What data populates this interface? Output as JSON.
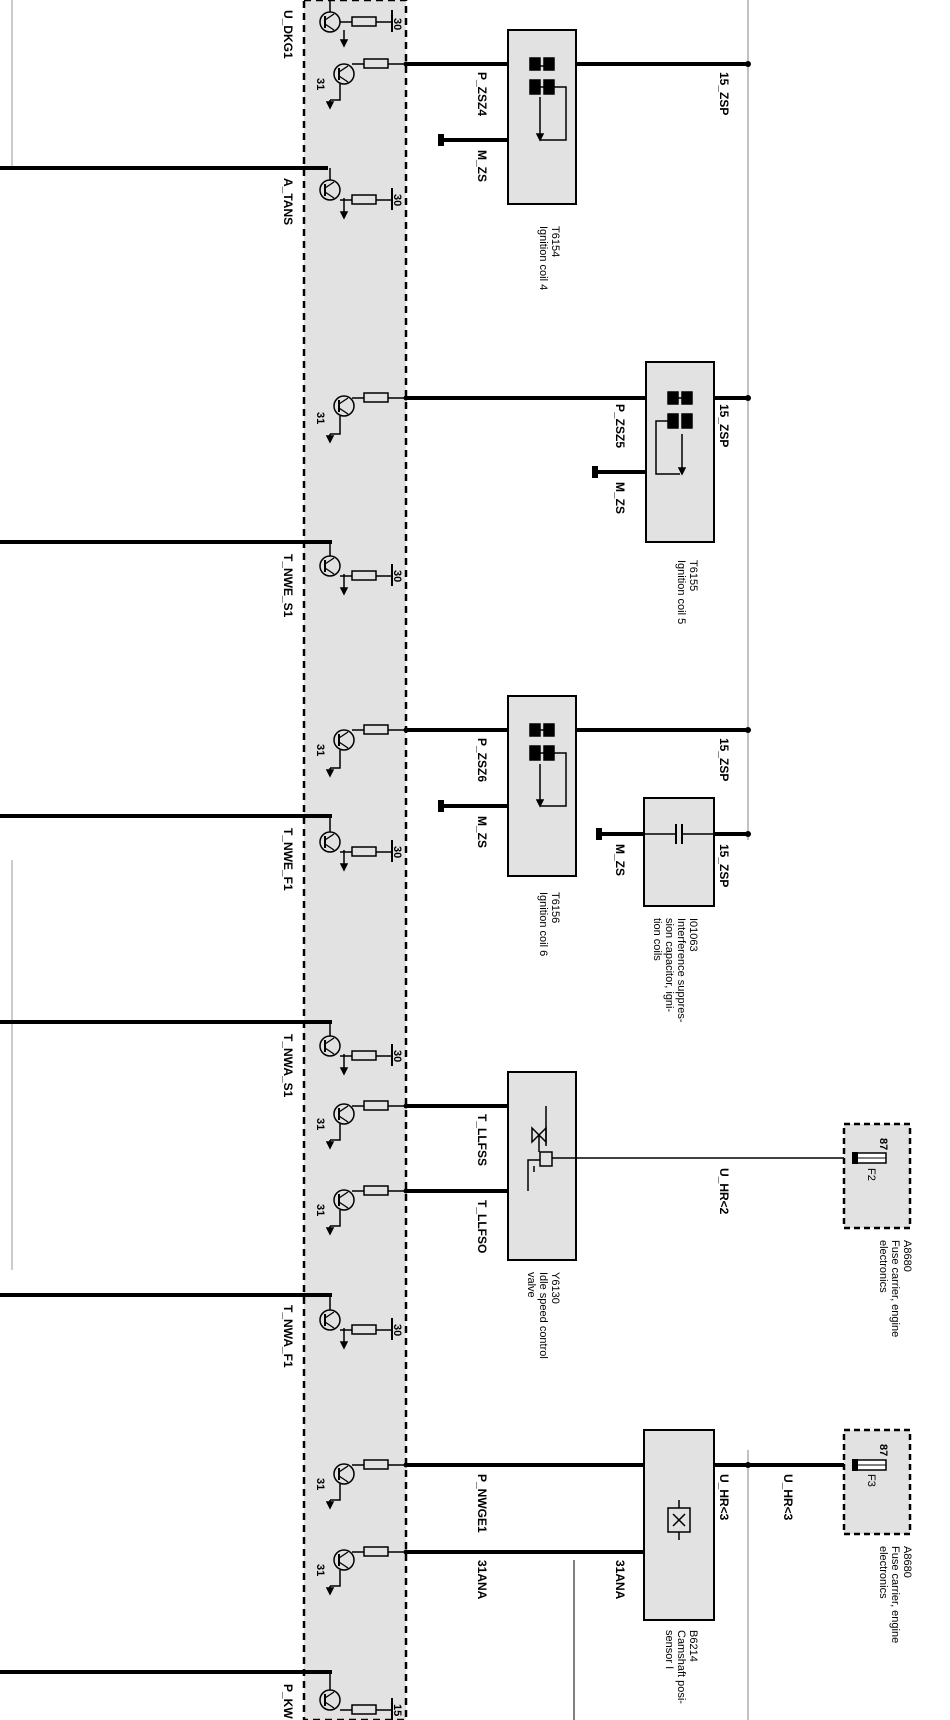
{
  "ecu_signals": [
    {
      "label": "U_DKG1",
      "pin": "30"
    },
    {
      "label": "A_TANS",
      "pin": "30"
    },
    {
      "label": "T_NWE_S1",
      "pin": "30"
    },
    {
      "label": "T_NWE_F1",
      "pin": "30"
    },
    {
      "label": "T_NWA_S1",
      "pin": "30"
    },
    {
      "label": "T_NWA_F1",
      "pin": "30"
    },
    {
      "label": "P_KW",
      "pin": "15"
    }
  ],
  "ground_pin": "31",
  "coils": [
    {
      "id": "T6154",
      "name": "Ignition coil 4",
      "signal": "P_ZSZ4",
      "supply": "15_ZSP",
      "ground": "M_ZS"
    },
    {
      "id": "T6155",
      "name": "Ignition coil 5",
      "signal": "P_ZSZ5",
      "supply": "15_ZSP",
      "ground": "M_ZS"
    },
    {
      "id": "T6156",
      "name": "Ignition coil 6",
      "signal": "P_ZSZ6",
      "supply": "15_ZSP",
      "ground": "M_ZS"
    }
  ],
  "capacitor": {
    "id": "I01063",
    "name_lines": [
      "Interference suppres-",
      "sion capacitor, igni-",
      "tion coils"
    ],
    "ground": "M_ZS",
    "supply": "15_ZSP"
  },
  "valve": {
    "id": "Y6130",
    "name_lines": [
      "Idle speed control",
      "valve"
    ],
    "signals": [
      "T_LLFSS",
      "T_LLFSO"
    ],
    "supply": "U_HR<2"
  },
  "fuses": [
    {
      "carrier": "A8680",
      "name_lines": [
        "Fuse carrier, engine",
        "electronics"
      ],
      "fuse": "F2",
      "pin": "87"
    },
    {
      "carrier": "A8680",
      "name_lines": [
        "Fuse carrier, engine",
        "electronics"
      ],
      "fuse": "F3",
      "pin": "87"
    }
  ],
  "sensor": {
    "id": "B6214",
    "name_lines": [
      "Camshaft posi-",
      "sensor I"
    ],
    "signal": "P_NWGE1",
    "ground": "31ANA",
    "supply": "U_HR<3",
    "supply_fuse": "U_HR<3"
  }
}
